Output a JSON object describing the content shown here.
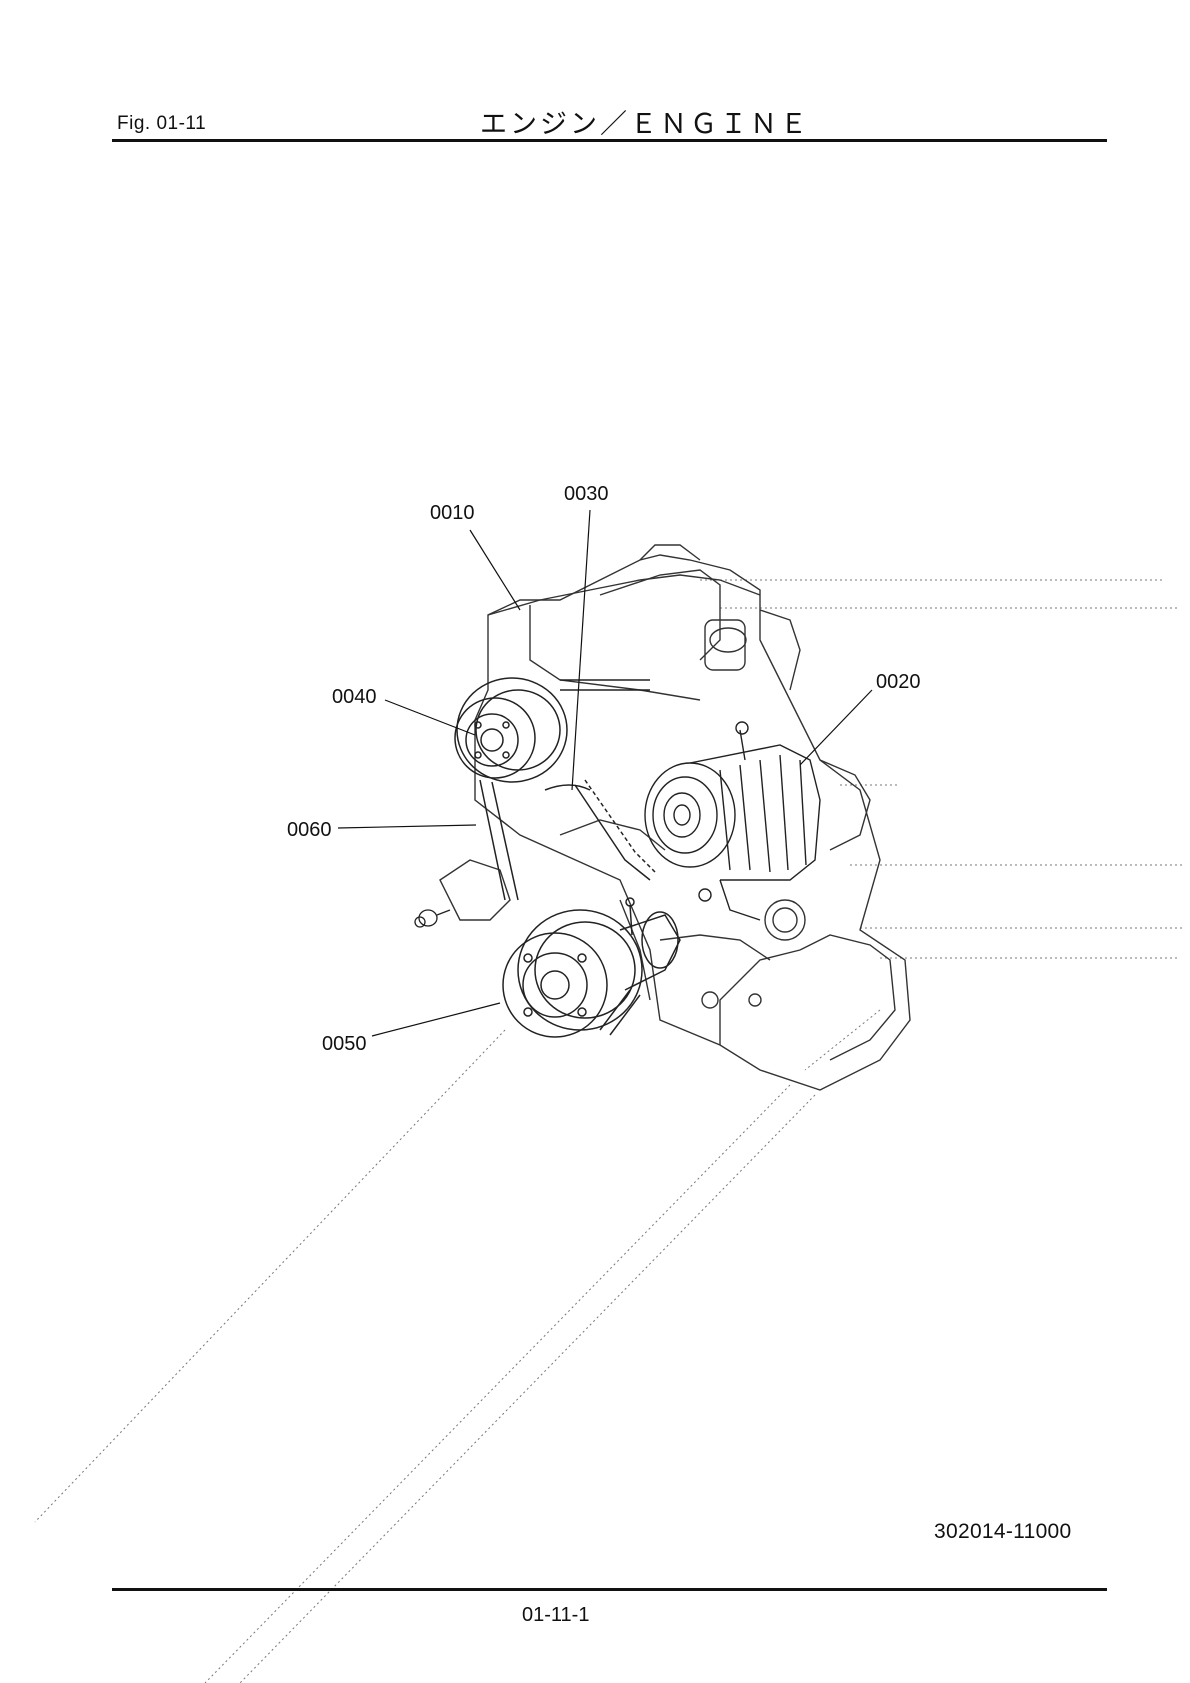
{
  "header": {
    "figure_label": "Fig.  01-11",
    "title": "エンジン／ＥＮＧＩＮＥ"
  },
  "callouts": [
    {
      "id": "c0010",
      "label": "0010"
    },
    {
      "id": "c0030",
      "label": "0030"
    },
    {
      "id": "c0040",
      "label": "0040"
    },
    {
      "id": "c0020",
      "label": "0020"
    },
    {
      "id": "c0060",
      "label": "0060"
    },
    {
      "id": "c0050",
      "label": "0050"
    }
  ],
  "footer": {
    "part_number": "302014-11000",
    "page_number": "01-11-1"
  },
  "colors": {
    "ink": "#111111",
    "light_ink": "#555555",
    "background": "#ffffff"
  }
}
